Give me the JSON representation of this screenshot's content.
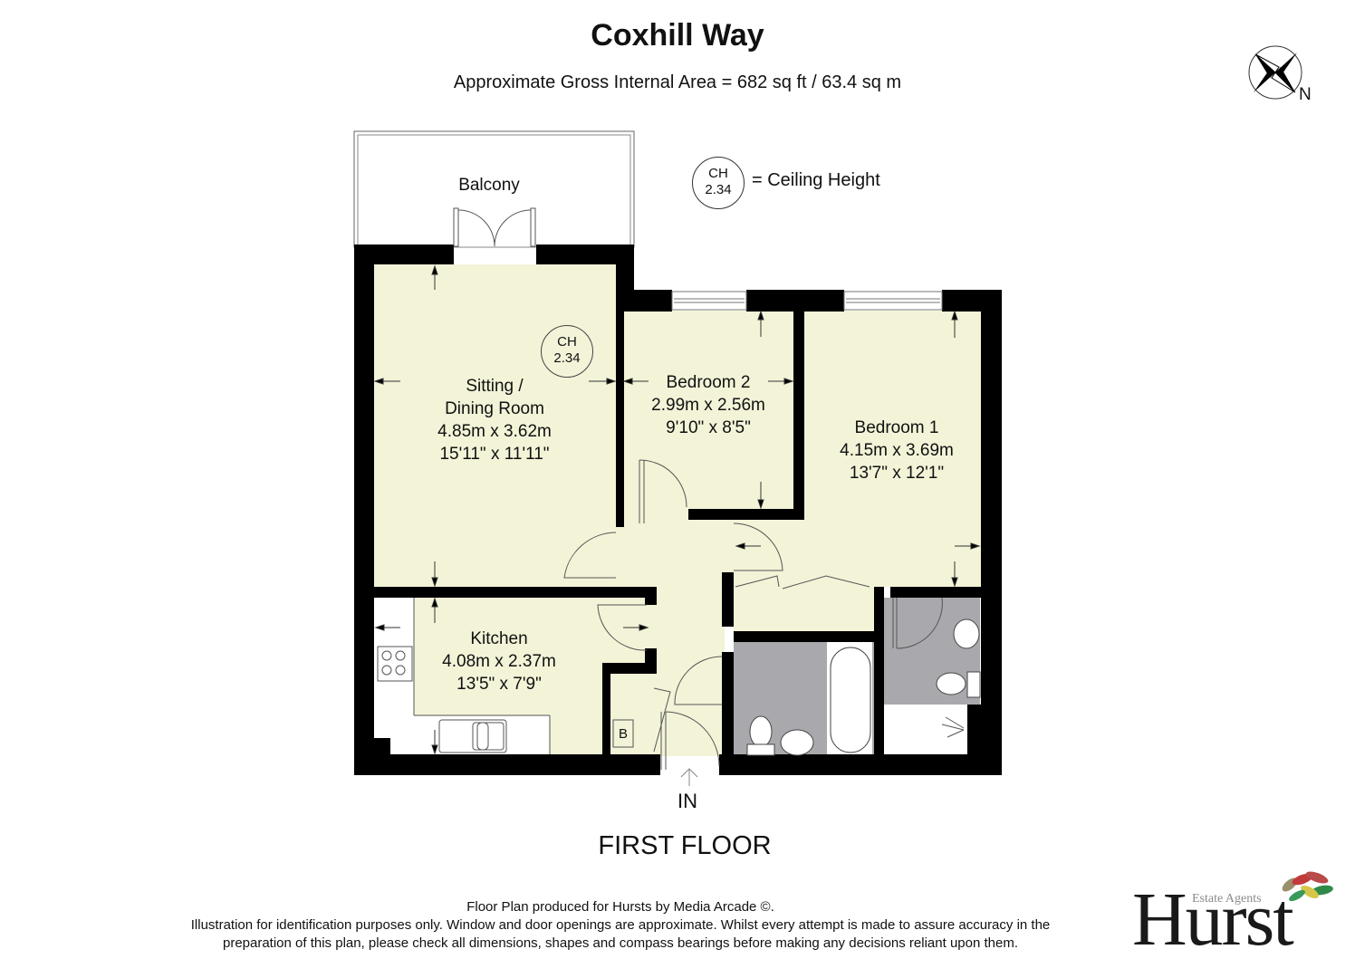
{
  "header": {
    "title": "Coxhill Way",
    "area": "Approximate Gross Internal Area = 682 sq ft / 63.4 sq m"
  },
  "compass": {
    "icon": "compass-rose-icon",
    "label": "N"
  },
  "legend": {
    "ch_label": "CH",
    "ch_value": "2.34",
    "text": "= Ceiling Height"
  },
  "colors": {
    "wall": "#000000",
    "floor": "#f3f3d8",
    "wet_room": "#a9a9ad",
    "white": "#ffffff",
    "line": "#555555"
  },
  "rooms": {
    "balcony": {
      "name": "Balcony"
    },
    "sitting": {
      "name_line1": "Sitting /",
      "name_line2": "Dining Room",
      "metric": "4.85m x 3.62m",
      "imperial": "15'11\" x 11'11\"",
      "ch_label": "CH",
      "ch_value": "2.34"
    },
    "bedroom2": {
      "name": "Bedroom 2",
      "metric": "2.99m x 2.56m",
      "imperial": "9'10\" x 8'5\""
    },
    "bedroom1": {
      "name": "Bedroom 1",
      "metric": "4.15m x 3.69m",
      "imperial": "13'7\" x 12'1\""
    },
    "kitchen": {
      "name": "Kitchen",
      "metric": "4.08m x 2.37m",
      "imperial": "13'5\" x 7'9\""
    },
    "boiler": {
      "label": "B"
    }
  },
  "entrance": {
    "label": "IN"
  },
  "floor_label": "FIRST FLOOR",
  "footer": {
    "line1": "Floor Plan produced for Hursts by Media Arcade ©.",
    "line2": "Illustration for identification purposes only. Window and door openings are approximate. Whilst every attempt is made to assure accuracy in the",
    "line3": "preparation of this plan, please check all dimensions, shapes and compass bearings before making any decisions reliant upon them."
  },
  "logo": {
    "name": "Hurst",
    "tagline": "Estate Agents"
  }
}
